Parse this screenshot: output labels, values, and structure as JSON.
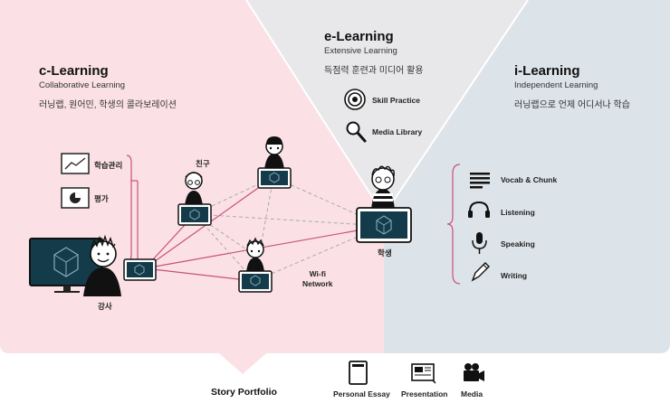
{
  "c_learning": {
    "title": "c-Learning",
    "subtitle": "Collaborative Learning",
    "korean": "러닝랩, 원어민, 학생의 콜라보레이션",
    "menu": [
      "학습관리",
      "평가"
    ],
    "labels": {
      "friend": "친구",
      "teacher": "강사",
      "student": "학생",
      "network": "Wi-fi\nNetwork"
    }
  },
  "e_learning": {
    "title": "e-Learning",
    "subtitle": "Extensive Learning",
    "korean": "득점력 훈련과 미디어 활용",
    "items": [
      {
        "label": "Skill Practice",
        "icon": "target-icon"
      },
      {
        "label": "Media Library",
        "icon": "magnifier-icon"
      }
    ]
  },
  "i_learning": {
    "title": "i-Learning",
    "subtitle": "Independent Learning",
    "korean": "러닝랩으로 언제 어디서나 학습",
    "items": [
      {
        "label": "Vocab & Chunk",
        "icon": "text-lines-icon"
      },
      {
        "label": "Listening",
        "icon": "headphones-icon"
      },
      {
        "label": "Speaking",
        "icon": "microphone-icon"
      },
      {
        "label": "Writing",
        "icon": "pencil-icon"
      }
    ]
  },
  "portfolio": {
    "title": "Story Portfolio",
    "items": [
      {
        "label": "Personal Essay",
        "icon": "document-icon"
      },
      {
        "label": "Presentation",
        "icon": "presentation-icon"
      },
      {
        "label": "Media",
        "icon": "camera-icon"
      }
    ]
  },
  "colors": {
    "pink": "#fbe1e6",
    "gray": "#e8e8ea",
    "blue": "#dde4e9",
    "line": "#c8507a",
    "screen": "#133b4a"
  }
}
